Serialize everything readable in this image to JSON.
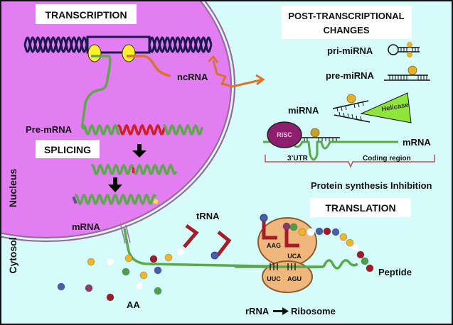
{
  "colors": {
    "cytosol_bg": "#d6fbfb",
    "nucleus_fill": "#e37ef2",
    "nucleus_membrane": "#a0679e",
    "dna": "#1c1850",
    "polymerase": "#ffef2e",
    "mrna_green": "#5aaa4a",
    "intron_red": "#d11f2a",
    "ncrna_orange": "#d8732a",
    "trna_red": "#a61c28",
    "ribosome": "#f0b77c",
    "ribosome_border": "#8b5a2b",
    "risc": "#8e1f6f",
    "helicase": "#8fe63a",
    "mirna_cap": "#e3b12a",
    "brace": "#c0504d"
  },
  "sections": {
    "transcription": "TRANSCRIPTION",
    "splicing": "SPLICING",
    "post_transcriptional_line1": "POST-TRANSCRIPTIONAL",
    "post_transcriptional_line2": "CHANGES",
    "translation": "TRANSLATION"
  },
  "compartments": {
    "nucleus": "Nucleus",
    "cytosol": "Cytosol"
  },
  "labels": {
    "ncrna": "ncRNA",
    "pre_mrna": "Pre-mRNA",
    "mrna_nucleus": "mRNA",
    "pri_mirna": "pri-miRNA",
    "pre_mirna": "pre-miRNA",
    "mirna": "miRNA",
    "helicase": "Helicase",
    "risc": "RISC",
    "mrna_target": "mRNA",
    "utr": "3’UTR",
    "coding_region": "Coding region",
    "inhibition": "Protein synthesis Inhibition",
    "trna": "tRNA",
    "aa": "AA",
    "peptide": "Peptide",
    "rrna": "rRNA",
    "ribosome": "Ribosome",
    "anticodon_1": "AAG",
    "anticodon_2": "UCA",
    "codon_1": "UUC",
    "codon_2": "AGU"
  },
  "amino_acids_free": [
    "yellow",
    "white",
    "yellow",
    "darkred",
    "yellow",
    "white",
    "green",
    "yellow",
    "blue",
    "blue",
    "purple",
    "darkred",
    "white",
    "green"
  ],
  "peptide_chain": [
    "purple",
    "green",
    "yellow",
    "white",
    "blue",
    "darkred",
    "blue",
    "yellow",
    "yellow",
    "white",
    "darkred",
    "green",
    "darkred"
  ],
  "aa_colors": {
    "yellow": "#f0b52a",
    "white": "#ffffff",
    "darkred": "#a01a2a",
    "green": "#4aa04a",
    "blue": "#4a5da8",
    "purple": "#8a3a6a"
  }
}
